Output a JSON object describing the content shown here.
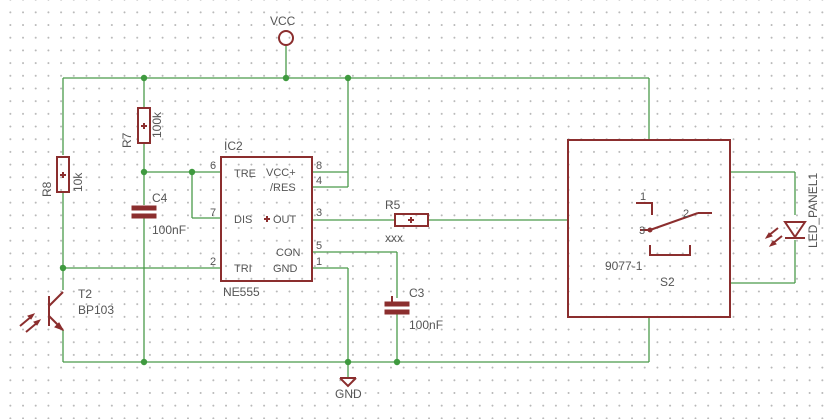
{
  "power": {
    "vcc": "VCC",
    "gnd": "GND"
  },
  "ic2": {
    "name": "IC2",
    "value": "NE555",
    "left_pins": {
      "tre": "TRE",
      "dis": "DIS",
      "tri": "TRI"
    },
    "right_pins": {
      "vcc": "VCC+",
      "res": "/RES",
      "out": "OUT",
      "con": "CON",
      "gnd": "GND"
    },
    "pin_numbers": {
      "p6": "6",
      "p7": "7",
      "p2": "2",
      "p8": "8",
      "p4": "4",
      "p3": "3",
      "p5": "5",
      "p1": "1"
    }
  },
  "r7": {
    "name": "R7",
    "value": "100k"
  },
  "r8": {
    "name": "R8",
    "value": "10k"
  },
  "r5": {
    "name": "R5",
    "value": "xxx"
  },
  "c4": {
    "name": "C4",
    "value": "100nF"
  },
  "c3": {
    "name": "C3",
    "value": "100nF"
  },
  "t2": {
    "name": "T2",
    "value": "BP103"
  },
  "s2": {
    "name": "S2",
    "value": "9077-1",
    "pins": {
      "p1": "1",
      "p2": "2",
      "p3": "3"
    }
  },
  "led": {
    "name": "LED_PANEL1"
  },
  "colors": {
    "wire": "#4a9a4a",
    "symbol": "#8b2e2e",
    "text": "#555555",
    "grid_dot": "#b8b8b8"
  }
}
